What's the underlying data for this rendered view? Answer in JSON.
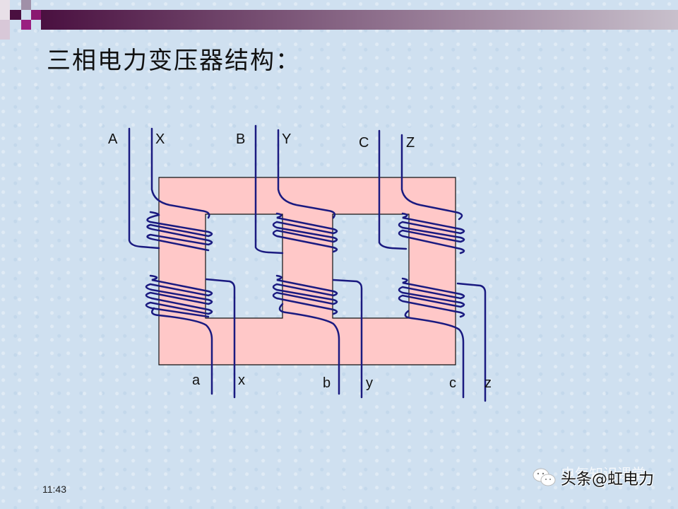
{
  "slide": {
    "title": "三相电力变压器结构：",
    "time": "11:43"
  },
  "diagram": {
    "core_color": "#ffc8c8",
    "wire_color": "#1a1a80",
    "primary_terminals": [
      "A",
      "X",
      "B",
      "Y",
      "C",
      "Z"
    ],
    "secondary_terminals": [
      "a",
      "x",
      "b",
      "y",
      "c",
      "z"
    ]
  },
  "watermark": {
    "icon": "wechat-icon",
    "text": "头条@虹电力",
    "overlay_text": "电气知识课堂"
  }
}
